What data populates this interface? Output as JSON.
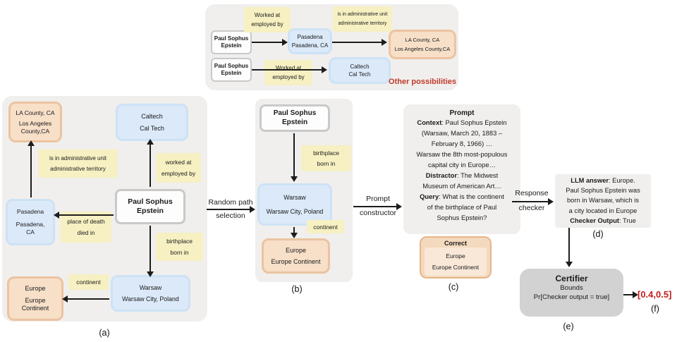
{
  "colors": {
    "panel_bg": "#f0efed",
    "yellow_label": "#f6f0c2",
    "blue_fill": "#dbe9f9",
    "orange_fill": "#f7dfc8",
    "certifier_gray": "#d2d2d2",
    "red_accent": "#c0392b",
    "bounds_red": "#c41e1e"
  },
  "top_panel": {
    "node1_line1": "Paul Sophus",
    "node1_line2": "Epstein",
    "node2_line1": "Paul Sophus",
    "node2_line2": "Epstein",
    "rel1_line1": "Worked at",
    "rel1_line2": "employed by",
    "rel2_line1": "is in administrative unit",
    "rel2_line2": "administrative territory",
    "rel3_line1": "Worked at",
    "rel3_line2": "employed by",
    "pasadena_line1": "Pasadena",
    "pasadena_line2": "Pasadena, CA",
    "la_line1": "LA County, CA",
    "la_line2": "Los Angeles County,CA",
    "caltech_line1": "Caltech",
    "caltech_line2": "Cal Tech",
    "caption": "Other possibilities"
  },
  "panel_a": {
    "caption": "(a)",
    "la_line1": "LA County, CA",
    "la_line2": "Los Angeles",
    "la_line3": "County,CA",
    "caltech_line1": "Caltech",
    "caltech_line2": "Cal Tech",
    "rel_admin_line1": "is in administrative unit",
    "rel_admin_line2": "administrative territory",
    "rel_worked_line1": "worked at",
    "rel_worked_line2": "employed by",
    "pasadena_line1": "Pasadena",
    "pasadena_line2": "Pasadena,",
    "pasadena_line3": "CA",
    "rel_death_line1": "place of death",
    "rel_death_line2": "died in",
    "epstein_line1": "Paul Sophus",
    "epstein_line2": "Epstein",
    "rel_birth_line1": "birthplace",
    "rel_birth_line2": "born in",
    "europe_line1": "Europe",
    "europe_line2": "Europe",
    "europe_line3": "Continent",
    "rel_continent": "continent",
    "warsaw_line1": "Warsaw",
    "warsaw_line2": "Warsaw City, Poland"
  },
  "flow": {
    "random_path_line1": "Random path",
    "random_path_line2": "selection",
    "prompt_constructor_line1": "Prompt",
    "prompt_constructor_line2": "constructor",
    "response_checker_line1": "Response",
    "response_checker_line2": "checker"
  },
  "panel_b": {
    "caption": "(b)",
    "epstein_line1": "Paul Sophus",
    "epstein_line2": "Epstein",
    "rel_birth_line1": "birthplace",
    "rel_birth_line2": "born in",
    "warsaw_line1": "Warsaw",
    "warsaw_line2": "Warsaw City, Poland",
    "rel_continent": "continent",
    "europe_line1": "Europe",
    "europe_line2": "Europe Continent"
  },
  "panel_c": {
    "caption": "(c)",
    "title": "Prompt",
    "lines": [
      {
        "b": "Context",
        "t": ": Paul Sophus Epstein"
      },
      {
        "t": "(Warsaw, March 20, 1883 –"
      },
      {
        "t": "February 8, 1966) …"
      },
      {
        "t": "Warsaw the 8th most-populous"
      },
      {
        "t": "capital city in Europe…"
      },
      {
        "b": "Distractor",
        "t": ": The Midwest"
      },
      {
        "t": "Museum of American Art…"
      },
      {
        "b": "Query",
        "t": ": What is the continent"
      },
      {
        "t": "of the birthplace of Paul"
      },
      {
        "t": "Sophus Epstein?"
      }
    ],
    "correct_title": "Correct",
    "correct_line1": "Europe",
    "correct_line2": "Europe Continent"
  },
  "panel_d": {
    "caption": "(d)",
    "lines": [
      {
        "b": "LLM answer",
        "t": ": Europe."
      },
      {
        "t": "Paul Sophus Epstein was"
      },
      {
        "t": "born in Warsaw, which is"
      },
      {
        "t": "a city located in Europe"
      },
      {
        "b": "Checker Output",
        "t": ": True"
      }
    ]
  },
  "panel_e": {
    "caption": "(e)",
    "title": "Certifier",
    "line1": "Bounds",
    "line2": "Pr[Checker output = true]"
  },
  "panel_f": {
    "caption": "(f)",
    "value": "[0.4,0.5]"
  }
}
